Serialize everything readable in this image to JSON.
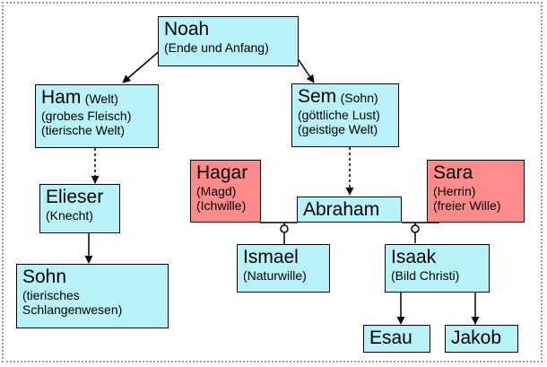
{
  "colors": {
    "box_fill": "#b8f2f8",
    "female_fill": "#ff8a8a",
    "line": "#000000",
    "frame": "#9a9a9a"
  },
  "nodes": {
    "noah": {
      "name": "Noah",
      "sub": "(Ende und Anfang)"
    },
    "ham": {
      "name": "Ham",
      "qual": "(Welt)",
      "l1": "(grobes Fleisch)",
      "l2": "(tierische Welt)"
    },
    "sem": {
      "name": "Sem",
      "qual": "(Sohn)",
      "l1": "(göttliche Lust)",
      "l2": "(geistige Welt)"
    },
    "elieser": {
      "name": "Elieser",
      "sub": "(Knecht)"
    },
    "hagar": {
      "name": "Hagar",
      "l1": "(Magd)",
      "l2": "(Ichwille)"
    },
    "abraham": {
      "name": "Abraham"
    },
    "sara": {
      "name": "Sara",
      "l1": "(Herrin)",
      "l2": "(freier Wille)"
    },
    "sohn": {
      "name": "Sohn",
      "l1": "(tierisches",
      "l2": "Schlangenwesen)"
    },
    "ismael": {
      "name": "Ismael",
      "sub": "(Naturwille)"
    },
    "isaak": {
      "name": "Isaak",
      "sub": "(Bild Christi)"
    },
    "esau": {
      "name": "Esau"
    },
    "jakob": {
      "name": "Jakob"
    }
  }
}
